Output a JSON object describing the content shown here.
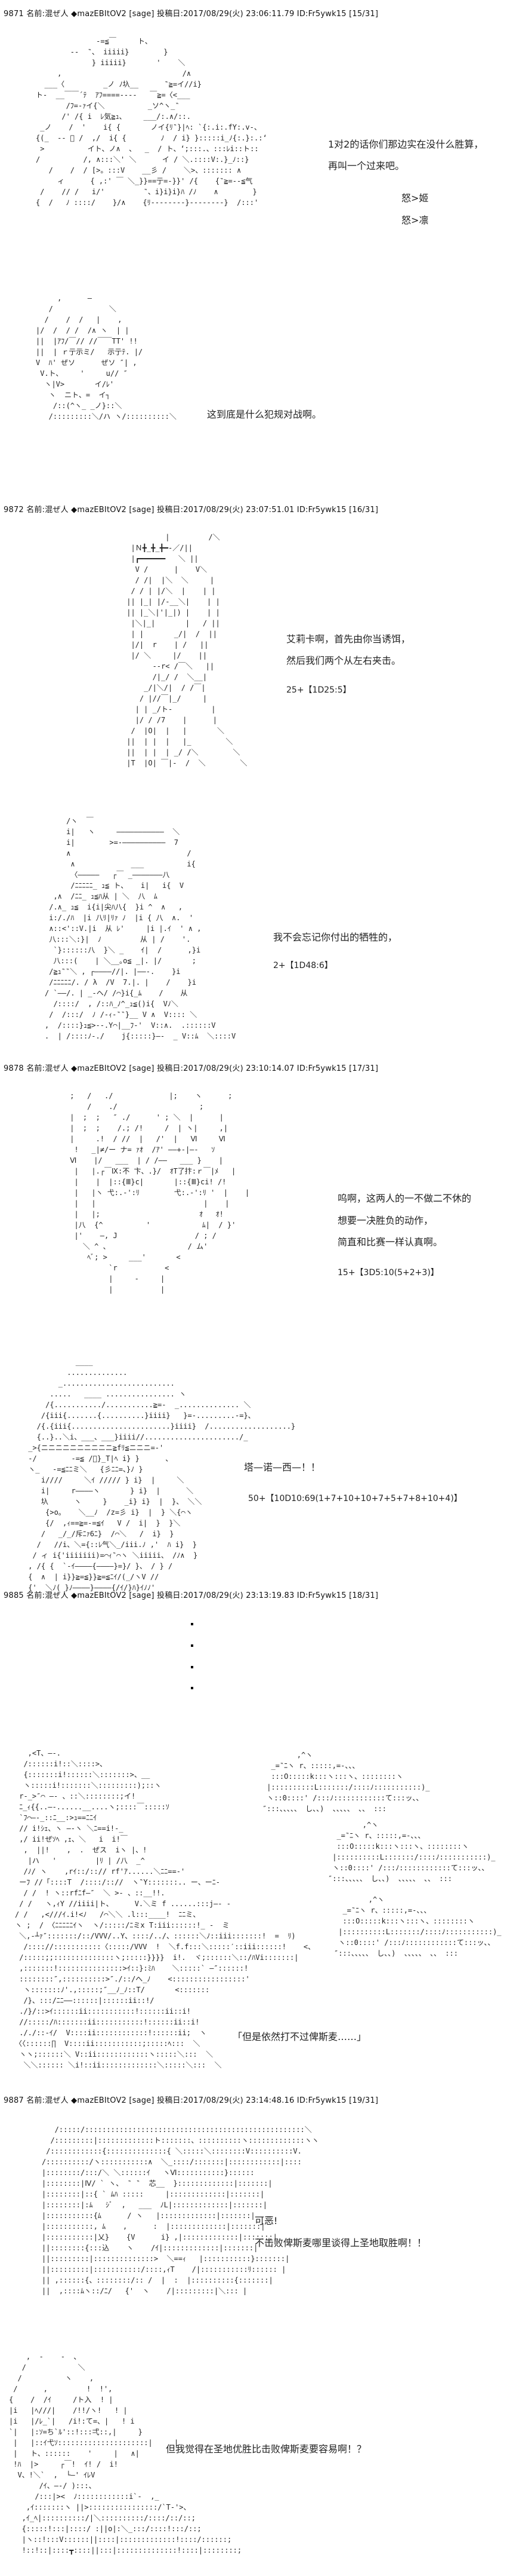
{
  "posts": [
    {
      "header": "9871 名前:混ぜ人 ◆mazEBItOV2 [sage] 投稿日:2017/08/29(火) 23:06:11.79 ID:Fr5ywk15 [15/31]",
      "lines": [
        "1对2的话你们那边实在没什么胜算，",
        "再叫一个过来吧。",
        "怒>姬",
        "怒>凛",
        "这到底是什么犯规对战啊。"
      ],
      "art": [
        "              -=≦￣     ト、\n        -‐  ‶、 iiiii}        }\n             } iiiii}       '    ＼\n     ,                            /∧\n  ___〈         _ノ ﾉ圦__      ‶≧=イ//i}\nト-  __￣￣´ﾃ  ｱﾌ====-‐--   ￣≧=〈<___\n       /ﾌ=-ｧイ{＼          _ソ^ヽ_‶\n      /' /{ i  ﾚ気≧ｭ、    ___/:.∧/::.\n _ノ    /  '    i{ {       ノイ{ﾘ‶}|ﾍ: `{:.i:.fY:.v‐、\n{(_  -‐ ﾟ /  ,/  i{ {        ﾉ  / i} }:::::i_ﾉ{:.}:.:‘\n >          イト、ノ∧  、  _  / ト、‘;:::.、:::ﾚi::ト::\n/          /, ∧:::＼' ＼      イ / ＼.::::V:.}_ﾉ::}\n   /    /  / [>。:::V    __彡 /    ＼>、::::::: ∧\n     ィ      { ,:' ￣ ＼_}}==亍=-}}' /{    {‶≧=-‐≦气\n /    // /   i/'         ‶、i}i}i}ﾊ /ﾉ    ∧        }\n{  /   ﾉ ::::/    }/∧    {ﾘ--------}--------}  /:::'",
        "     ,      ―\n   /             ＼\n  /    /  /   |    ,\n|/  /  / /  /∧ ヽ  | |\n||  |ｱﾌ/￣// //￣￣TT' !!\n||  | ｒ亍示ミ/   示亍ﾃ. |/\nV  ﾊ' ぜソ      ぜソ ″| ,\n V.ト、    '     u// ″\n  ヽ|V>       イ/ﾚ'\n   ヽ  ニト、=  イ┐\n    /::(^ヽ_ _ノ}::＼\n   /:::::::::＼/ハ ヽ/::::::::::＼"
      ]
    },
    {
      "header": "9872 名前:混ぜ人 ◆mazEBItOV2 [sage] 投稿日:2017/08/29(火) 23:07:51.01 ID:Fr5ywk15 [16/31]",
      "lines": [
        "艾莉卡啊，首先由你当诱饵，",
        "然后我们两个从左右夹击。",
        "25+【1D25:5】",
        "我不会忘记你付出的牺牲的，",
        "2+【1D48:6】"
      ],
      "art": [
        "          |         /＼\n  |Ｎ╋_╋_╋━-／/||\n  |┏━━━━━━   ＼ ||\n   V /      |    V＼\n   / /|  |＼  ＼     |\n  / / | |/＼  |    | |\n || |_| |/-__＼|    | |\n || |_＼|'|_|) |    | |\n  |＼|_|       |   / ||\n  | |       _/|  /  ||\n  |/|  r    | /   ||\n  |/ ＼     |/    ||\n       --r< /￣＼   ||\n       /|_/ /  ＼__|\n     _/|＼/|  / /￣|\n    / |//￣|_/     |\n   | | _/ト-         |\n   |/ / /7    |      |\n  /  |O|  |   |       ＼\n ||  | |  |   |_        ＼\n ||  | |  | _/ /＼        ＼\n |T  |O| ￣|-  /  ＼        ＼",
        "     /ヽ  ￣\n     i|   ヽ     ―――――――――――  ＼\n     i|        >=-――――――――――  7\n     ∧                           /\n      ∧             ___          i{\n      〈―――――   ┌￣ _―――――――八\n      /ﾆﾆﾆﾆﾆ_ ｭ≦ ト、   i|   i{  V\n  ,∧  /ﾆﾆ_ ｭ≦ﾊ从 | ＼  八  ﾑ\n /.∧_ ｭ≦  i{i|尖ﾊ八{  }i ^  ∧   ,\n i:/./ﾊ  |i 八ﾘ|ﾘｧ ﾉ  |i { 八  ∧.  '\n ∧::<'::V.|i  从 ﾚ'     |i |.ｲ  ' ∧ ,\n 八:::＼:}|  ﾉ         从 | /    '.\n  `}::::::八  }＼ _    ｲ|  /      ,}i\n  八:::(    | ＼__｡o≦ _|. |/       ;\n /≧ｭ‶‶＼ , ┌――――//|. |――-.    }i\n /ﾆﾆﾆﾆﾆ/. / λ  /V  7.|. |    /    }i\n/ `――/. | _-ヘ/ /⌒}i{_ﾑ    /    从\n  /::::/  , /::ﾊ_ﾉ^_ｭ≦()i{  Vﾉ＼\n /  /:::/  ﾉ /-ｨ-‶‶}__ V ∧  V:::: ＼\n,  /::::}ｭ≦>--.Y⌒|__ﾌ-'  V::∧.  .::::::V\n.  | /::::ﾉ-./    j{:::::}―-  _ V::ﾑ  ＼::::V"
      ]
    },
    {
      "header": "9878 名前:混ぜ人 ◆mazEBItOV2 [sage] 投稿日:2017/08/29(火) 23:10:14.07 ID:Fr5ywk15 [17/31]",
      "lines": [
        "呜啊，这两人的一不做二不休的",
        "想要一决胜负的动作，",
        "简直和比赛一样认真啊。",
        "15+【3D5:10(5+2+3)】",
        "塔—诺—西—！！",
        "50+【10D10:69(1+7+10+10+7+5+7+8+10+4)】"
      ],
      "art": [
        " ;   /   ./             |;    ヽ      ;\n     /    ./                   ;\n |  ;  ;   ″ ./      ' ; ＼  |      |\n |  ;  ;    /.; /!     /  | ヽ|     ,|\n |     .!  / //  |   /'  |   Ⅵ     Ⅵ\n  !   _|≠/ー ナ= ｧｵ  /ｱ' ――+-|―-   ｿ\n Ⅵ    |/   ___  | / /――   ___ }    |\n  |   |.┌￣Ⅸ:不 卞、.}/  ｵT了抃:ｒ￣|ﾒ   |\n  |    |  |::{Ⅲ}c|       |::{Ⅲ}ci! /!\n  |   |ヽ 弋:.-':ﾘ        弋:.-':ﾘ '  |    |\n  |   |                         |    |\n  |   |;                       ｵ   ｵ!\n  |八  {^          '            ﾑ|  / }'\n  |'    ―, J                  / ; /\n    ＼ ^ 、                  / ム'\n     ﾍﾞ; >     ___'       <\n          `r           <\n          |     ‐     |\n          |           |",
        "            ____\n          ..............\n        _..........................\n      .....   ____ ................ ヽ\n     /{.........../...........≧=-  _.............. ＼\n    /{iii{.......{..........}iiii}   }=-.........-=}、\n   /{.{iii{.......................}iiii}  /...................}\n   {..}..＼i、___、___}iiii//....................../_\n _>{ニニニニニニニニニニ≧fﾘ≦ニニニ=-'\n ‐/        -=≦ /ﾞ}_T|ﾍ i} }      、\n ヽ_   -=≦ﾆﾆミ＼   {彡ﾆﾆ=、}ﾉ }\n    i////     ＼ｲ ///// } i}  |     ＼\n    i|     r――――ヽ       } i}  |      ＼\n    圦      ヽ     }    _i} i}  |  }、 ＼＼\n     {>o。   ＼__ﾉ  /z=彡 i}  |  } ＼{⌒ヽ\n     {/  ,ｨ==≧=‐=≦ｲ   V /  i|  }  }＼\n    /   _/_/斥ﾆｧ6ﾆ}  /⌒＼   /  i}  }\n   /   //i、＼={::ﾚ气＼_/iii.ﾉ ,'  ﾊ i}  }\n  / ィ i{'iiiiiii)=⌒ｨ‶⌒ヽ ＼iiiii、 /ﾉ∧  }\n , /{ {  `‐ｲ――――{――――}=}/ }、 / } /\n {  ∧  | i}}≧=≦}}≧=≦ﾆｲ/(_/ヽV //\n {'  ＼ﾉ( }ﾉ――――}――――{/ｲ/}ﾊ}ｲﾉﾉ'"
      ]
    },
    {
      "header": "9885 名前:混ぜ人 ◆mazEBItOV2 [sage] 投稿日:2017/08/29(火) 23:13:19.83 ID:Fr5ywk15 [18/31]",
      "lines": [
        "「但是依然打不过俾斯麦……」"
      ],
      "art": [
        "   ,<T、―-.\n  /::::::i!::＼::::>、\n  {:::::::i!::::::＼:::::::>、__\n  ヽ:::::i!:::::::＼:::::::::);::ヽ\n r-_>″⌒ ―- 、::＼::::::::;イ!\n ﾆ_ｨ{{..―-......__....ヽ;::::￣:::::ｿ\n `ﾌ⌒―-_::ﾆ__:>ｭ==ﾆﾆｲ\n // i!ｼｪ、ヽ ―-ヽ ＼ﾆ==i!-_\n ,/ ii!ぜｿﾍ ,ｪ、＼   i  i!￣\n  ,  ||!    ,  .  ぜス  iヽ |、!\n   |ハ   '         |ﾘ | /八  _^\n  /ﾉ/ ヽ    ,rｲ::/::// rf'ｱ......＼ﾆﾆ==-'\n ーﾌ //「::::T  /::::/:://  ヽ‶Y:::::::.. ー、ーﾆ-\n  / /  ! ヽ::rfﾆf―″  ＼ >- 、::__!!.\n / /   ヽ,ｨY //iiii|ト、     V.＼ミ f ......:::j―- -\n/ /   ,<///ｲ.i!<ﾉ   /⌒＼＼ .l:::____!  ﾆﾆミ、\nヽ ;  / 〈ﾆﾆﾆﾆﾆｲヽ  ヽ/:::::/ﾆミx T:iii::::::!_ -  ミ\n ＼,-┴ｧ″:::::::/::/VVV/..Y、::::/../、::::::＼ﾉ::iii:::::::!  =  ﾘ)\n  /:::://:::::::::::〈:::::/VVV  !  ＼f.f:::＼:::::′::iii::::::!    <、\n /:::::;;::::::::::::::ヽ;:::::}}}}  i!.  ヾ;::::::＼::/ﾊVi:::::::|\n ,:::::::!:::::::::::::::>ｲ::}:ﾐﾊ    ＼:::::` ―″::::::!\n ::::::::″,::::::::::>″./::/へ_ﾉ    <:::::::::::::::::'\n  ヽ:::::::ﾉ'.,:::::;″__ﾉ_ﾉ::T/       <:::::::\n  /}、:::/ﾆﾆ――::::::|::::::ii::!/\n ./}/::>ｲ::::::ii:::::::::::!::::::ii::i!\n //:::::/ﾊ:::::::ii:::::::::::!::::::ii::i!\n ././::-ｲ/  V::::ii::::::::::::!::::::ii;  ヽ\n〈〈::::::∏  V::::ii:::::::::::;:::::ﾍ:::  ＼\n ヽヽ;::::::＼ V::ii::::::::::::ヽ:::::＼:::  ＼\n  ＼＼:::::: ＼i!::ii:::::::::::::＼:::::＼:::  ＼",
        "        ,^ヽ\n  _=‶ﾆヽ r、:::::,=-、、、\n  :::O:::::k:::ヽ:::ヽ、::::::::ヽ\n |::::::::::L:::::::/::::ﾉ:::::::::::)_\n ヽ::0::::' /:::ﾉ::::::::::::て:::ッ、、\n″:::、、、、、 し、、)  、、、、、 、、 :::"
      ]
    },
    {
      "header": "9887 名前:混ぜ人 ◆mazEBItOV2 [sage] 投稿日:2017/08/29(火) 23:14:48.16 ID:Fr5ywk15 [19/31]",
      "lines": [
        "可恶!",
        "不击败俾斯麦哪里谈得上圣地取胜啊！！",
        "但我觉得在圣地优胜比击败俾斯麦要容易啊！？"
      ],
      "art": [
        "   /:::::/:::::::::::::::::::::::::::::::::::::::::::::::::::＼\n  /:::::::::|:::::::::::::ト:::::::、::::::::::ヽ:::::::::::::ヽヽ\n /::::::::::::{::::::::::::::{ ＼:::::＼::::::::V::::::::::V.\n/::::::::::/ヽ:::::::::::∧  ＼_::::/:::::::|::::::::::::|::::\n|::::::::/:::/＼ ＼::::::ｲ   ヽⅥ:::::::::::}::::::\n|::::::::|Ⅳ/ ` ヽ、 ‶ ‶  芯__  }:::::::::::::|:::::::|\n|::::::::|::{ ` ﾑﾊ :::::     |:::::::::::::|:::::::|\n|::::::::|:ﾑ   ｼﾞ  ,   ___  ﾉL|:::::::::::::|:::::::|\n|:::::::::::{ﾑ      / ヽ   |:::::::::::::|:::::::|\n|:::::::::::, ﾑ    ,      :  |:::::::::::::|:::::::|\n|:::::::::::|乂}    {V      i} ,|:::::::::::::|:::::::|\n||::::::::{:::込    ヽ    /ｲ|:::::::::::::|:::::::|\n||:::::::::|::::::::::::::>  ＼==ｨ   |:::::::::::}:::::::|\n||:::::::::|:::::::::::/::::,ｨT    /|:::::::::::ﾘ:::::: |\n|| ,::::::{、::::::::/:: /  |  :  |::::::::::{:::::::|\n||  ,::::ﾑヽ::/ﾆ/   {'  ヽ    /|:::::::::|＼::: |",
        "    ,  ‐    ‐  、\n   /            ＼\n  /          ヽ    ,\n /      ,         !  !',\n{    /  /ｲ     /ト入  ! |\n|i   |ﾍ///|    /!!/ヽ!   ! |\n|i   |/ﾚ_`|   /i!:て=、|   ! i\n`|   |:ｿ=ち`ﾙ'::!:::弌::,|     }\n |   |::ｲ弋ｿ:::::::::::::::::::::|     |\n |   ト、::::::    '     |   ∧|\n !ﾊ  |>     ┌￣!  ｲ! /  i!\n  V、!＼`  ,  └―' ｲﾚV\n       /ｲ、―-/ ):::、\n      /:::|><  ﾉ::::::::::::i`-  ,_\n    ,ｲ:::::::ヽ ||>::::::::::::::::/`T-'>、\n   ,ｲ_ﾍ|::::::::::/|＼::::::::::/::::/::/::;\n   {:::::!:::|::::/ :||o|:＼_:::/::::!:::/::;\n   |ヽ::!:::V::::::||::::|:::::::::::::!::::/::::::;\n   !::!::|::::┳::::||:::|::::::::::::::!::::|::::::::;"
      ]
    }
  ]
}
